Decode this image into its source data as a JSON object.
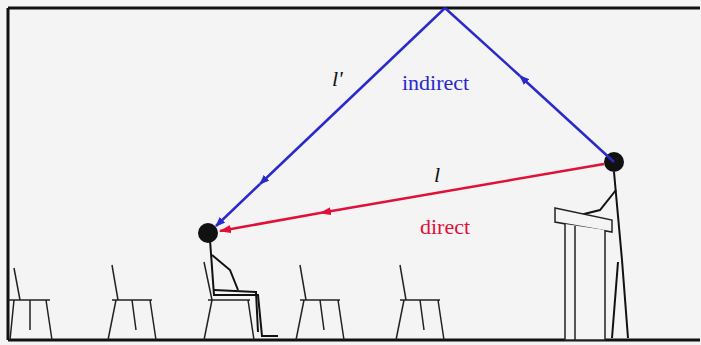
{
  "diagram": {
    "labels": [
      "l'",
      "indirect",
      "l",
      "direct"
    ]
  }
}
